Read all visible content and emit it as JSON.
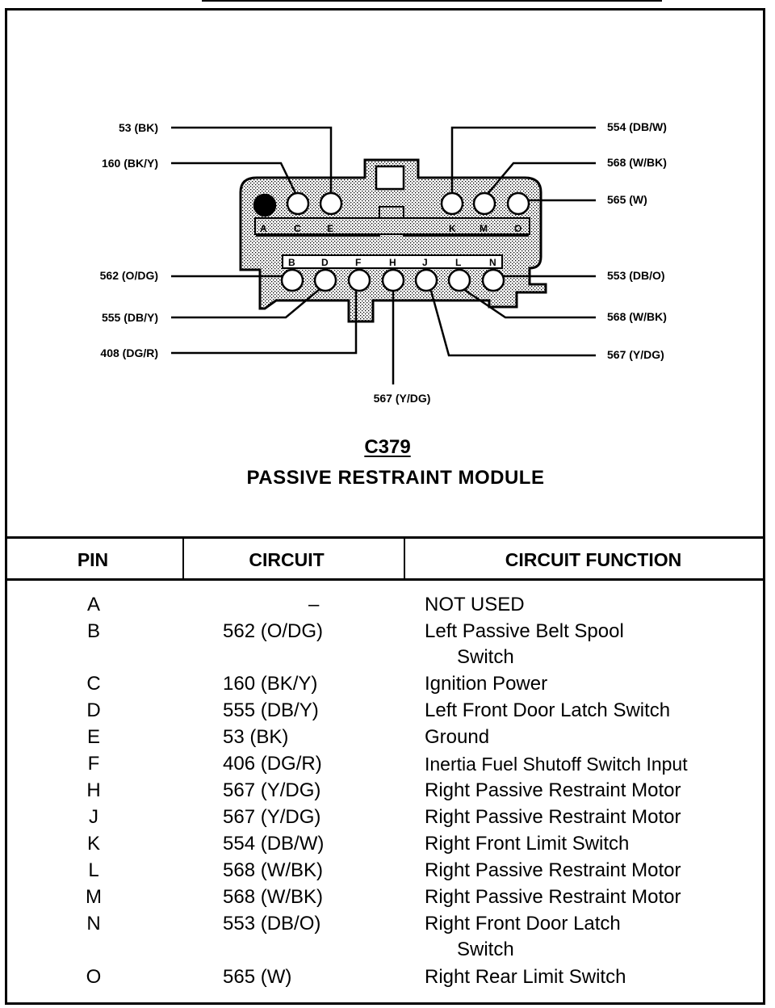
{
  "connector": {
    "id": "C379",
    "name": "PASSIVE RESTRAINT MODULE",
    "pin_letters_top": [
      "A",
      "C",
      "E",
      "K",
      "M",
      "O"
    ],
    "pin_letters_bottom": [
      "B",
      "D",
      "F",
      "H",
      "J",
      "L",
      "N"
    ]
  },
  "callouts": {
    "c53": "53 (BK)",
    "c160": "160 (BK/Y)",
    "c562": "562 (O/DG)",
    "c555": "555 (DB/Y)",
    "c408": "408 (DG/R)",
    "c567_bottom": "567 (Y/DG)",
    "c554": "554 (DB/W)",
    "c568_top": "568 (W/BK)",
    "c565": "565 (W)",
    "c553": "553 (DB/O)",
    "c568_bottom": "568 (W/BK)",
    "c567_right": "567 (Y/DG)"
  },
  "table": {
    "headers": {
      "pin": "PIN",
      "circuit": "CIRCUIT",
      "function": "CIRCUIT FUNCTION"
    },
    "rows": [
      {
        "pin": "A",
        "circuit": "–",
        "function": "NOT USED",
        "function_cont": ""
      },
      {
        "pin": "B",
        "circuit": "562 (O/DG)",
        "function": "Left Passive Belt Spool",
        "function_cont": "Switch"
      },
      {
        "pin": "C",
        "circuit": "160 (BK/Y)",
        "function": "Ignition Power",
        "function_cont": ""
      },
      {
        "pin": "D",
        "circuit": "555 (DB/Y)",
        "function": "Left Front Door Latch Switch",
        "function_cont": ""
      },
      {
        "pin": "E",
        "circuit": "53 (BK)",
        "function": "Ground",
        "function_cont": ""
      },
      {
        "pin": "F",
        "circuit": "406 (DG/R)",
        "function": "Inertia Fuel Shutoff Switch Input",
        "function_cont": ""
      },
      {
        "pin": "H",
        "circuit": "567 (Y/DG)",
        "function": "Right Passive Restraint Motor",
        "function_cont": ""
      },
      {
        "pin": "J",
        "circuit": "567 (Y/DG)",
        "function": "Right Passive Restraint Motor",
        "function_cont": ""
      },
      {
        "pin": "K",
        "circuit": "554 (DB/W)",
        "function": "Right Front Limit Switch",
        "function_cont": ""
      },
      {
        "pin": "L",
        "circuit": "568 (W/BK)",
        "function": "Right Passive Restraint Motor",
        "function_cont": ""
      },
      {
        "pin": "M",
        "circuit": "568 (W/BK)",
        "function": "Right Passive Restraint Motor",
        "function_cont": ""
      },
      {
        "pin": "N",
        "circuit": "553 (DB/O)",
        "function": "Right Front Door Latch",
        "function_cont": "Switch"
      },
      {
        "pin": "O",
        "circuit": "565 (W)",
        "function": "Right Rear Limit Switch",
        "function_cont": ""
      }
    ]
  }
}
